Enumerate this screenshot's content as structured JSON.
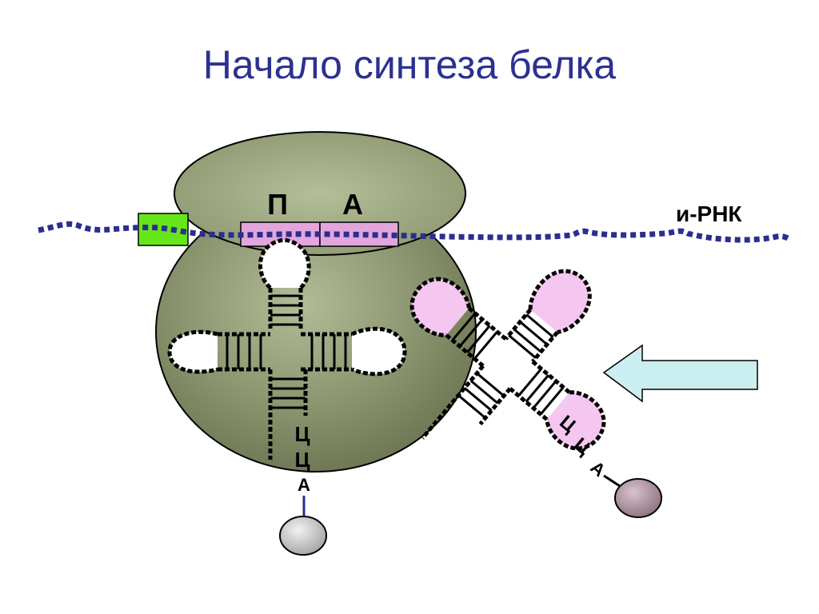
{
  "title": "Начало синтеза белка",
  "labels": {
    "site_p": "П",
    "site_a": "А",
    "mrna": "и-РНК",
    "trna1_c1": "Ц",
    "trna1_c2": "Ц",
    "trna1_a": "А",
    "trna2_c1": "Ц",
    "trna2_c2": "Ц",
    "trna2_a": "А"
  },
  "colors": {
    "title": "#2c3190",
    "ribosome": "#8c9670",
    "ribosome_top": "#a2ac86",
    "mrna_dots": "#2b2e8f",
    "sites": "#e2a6dc",
    "start_marker": "#66e61a",
    "trna2_loops": "#f4c6f0",
    "arrow_fill": "#cbeef0",
    "amino_acid_1": "#bdbdbd",
    "amino_acid_2": "#a98d99"
  },
  "icons": {
    "incoming_arrow": "arrow-left-icon"
  }
}
